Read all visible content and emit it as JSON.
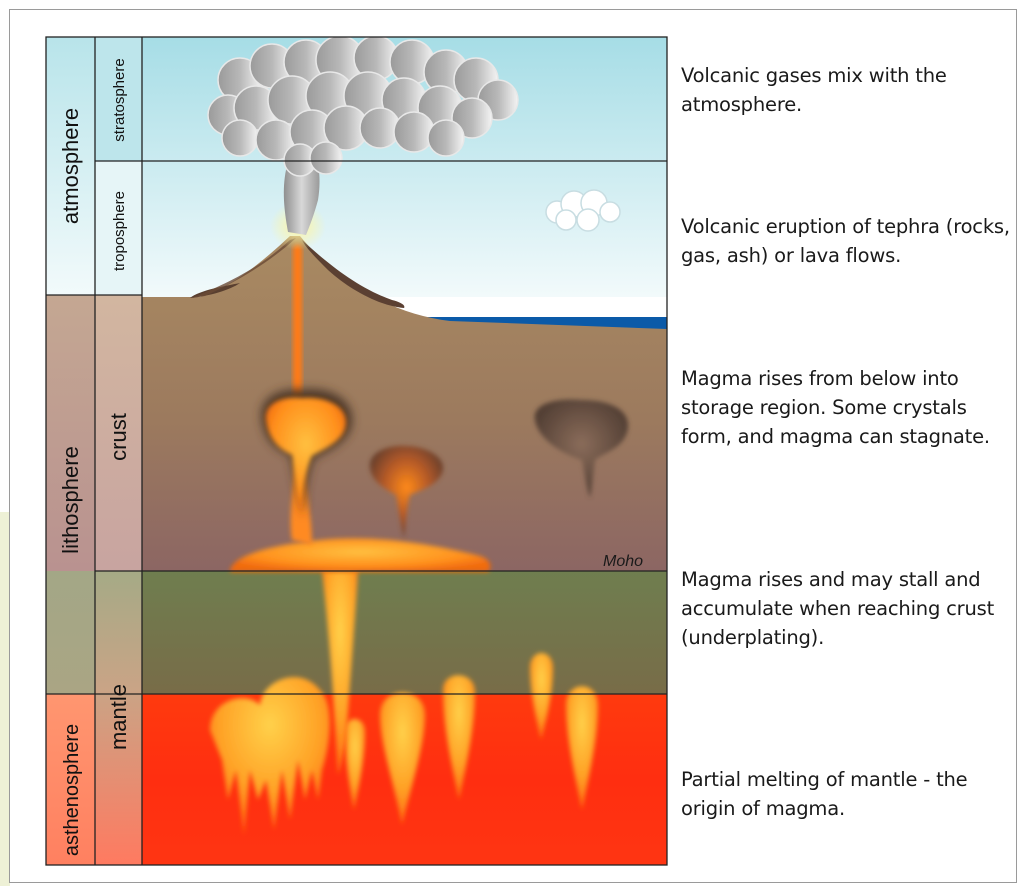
{
  "diagram": {
    "layers_outer": {
      "atmosphere": "atmosphere",
      "lithosphere": "lithosphere",
      "asthenosphere": "asthenosphere"
    },
    "layers_inner": {
      "stratosphere": "stratosphere",
      "troposphere": "troposphere",
      "crust": "crust",
      "mantle": "mantle"
    },
    "moho_label": "Moho",
    "descriptions": [
      "Volcanic gases mix with the atmosphere.",
      "Volcanic eruption of tephra (rocks, gas, ash) or lava flows.",
      "Magma rises from below into storage region. Some crystals form, and magma can stagnate.",
      "Magma rises and may stall and accumulate when reaching crust (underplating).",
      "Partial melting of mantle - the origin of magma."
    ]
  },
  "colors": {
    "sky_top": "#a6dde6",
    "sky_bottom": "#eef8fa",
    "crust_top": "#a98862",
    "crust_bottom": "#8e6a62",
    "lithospheric_mantle": "#6e7a4f",
    "asthenosphere": "#ff3c10",
    "magma": "#ff9a20",
    "ocean": "#0b5aa8"
  }
}
